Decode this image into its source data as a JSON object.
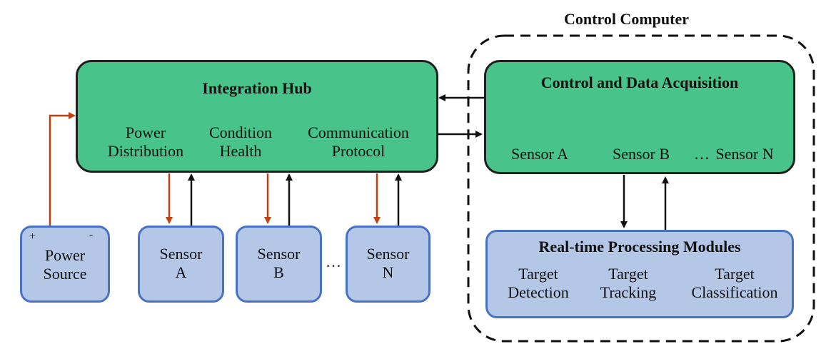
{
  "control_computer": {
    "title": "Control Computer"
  },
  "hub": {
    "title": "Integration Hub",
    "items": [
      {
        "line1": "Power",
        "line2": "Distribution"
      },
      {
        "line1": "Condition",
        "line2": "Health"
      },
      {
        "line1": "Communication",
        "line2": "Protocol"
      }
    ]
  },
  "daq": {
    "title": "Control and Data Acquisition",
    "sensors": [
      "Sensor A",
      "Sensor B",
      "Sensor N"
    ],
    "ellipsis": "…"
  },
  "power_source": {
    "plus": "+",
    "minus": "-",
    "line1": "Power",
    "line2": "Source"
  },
  "sensors": [
    {
      "line1": "Sensor",
      "line2": "A"
    },
    {
      "line1": "Sensor",
      "line2": "B"
    },
    {
      "line1": "Sensor",
      "line2": "N"
    }
  ],
  "sensor_ellipsis": "…",
  "processing": {
    "title": "Real-time Processing Modules",
    "items": [
      {
        "line1": "Target",
        "line2": "Detection"
      },
      {
        "line1": "Target",
        "line2": "Tracking"
      },
      {
        "line1": "Target",
        "line2": "Classification"
      }
    ]
  },
  "colors": {
    "power_line": "#c0400f",
    "data_line": "#111111",
    "hub_fill": "#48c48a",
    "module_fill": "#b4c7e7",
    "module_border": "#4a72c4"
  }
}
